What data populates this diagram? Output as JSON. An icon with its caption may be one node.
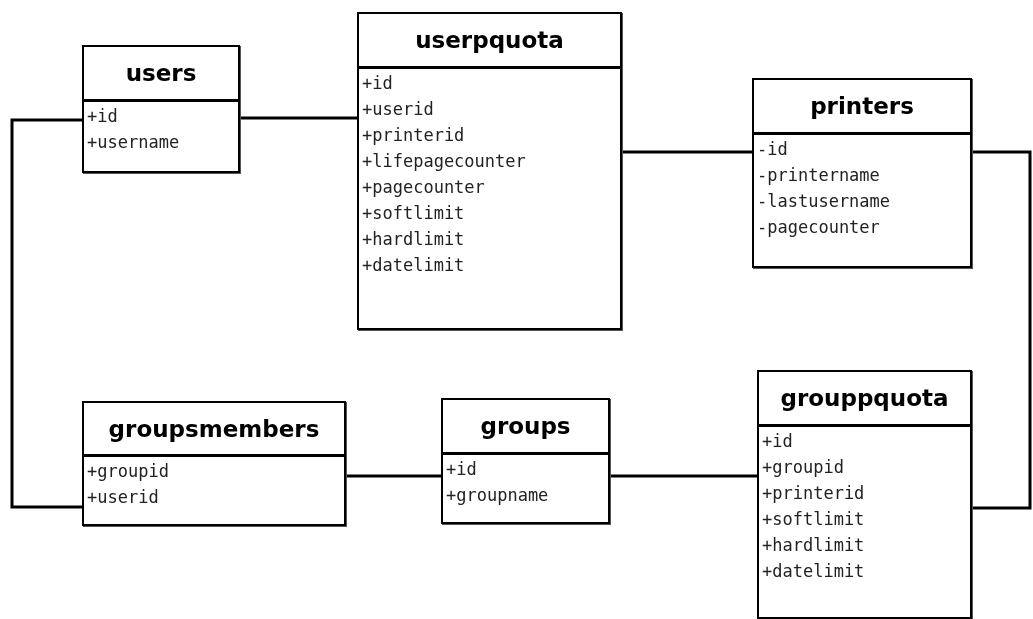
{
  "diagram": {
    "nodes": [
      {
        "text": [
          "users",
          "+id",
          "+username"
        ]
      },
      {
        "text": [
          "userpquota",
          "+id",
          "+userid",
          "+printerid",
          "+lifepagecounter",
          "+pagecounter",
          "+softlimit",
          "+hardlimit",
          "+datelimit"
        ]
      },
      {
        "text": [
          "printers",
          "-id",
          "-printername",
          "-lastusername",
          "-pagecounter"
        ]
      },
      {
        "text": [
          "groupsmembers",
          "+groupid",
          "+userid"
        ]
      },
      {
        "text": [
          "groups",
          "+id",
          "+groupname"
        ]
      },
      {
        "text": [
          "grouppquota",
          "+id",
          "+groupid",
          "+printerid",
          "+softlimit",
          "+hardlimit",
          "+datelimit"
        ]
      }
    ],
    "edges": [
      {
        "from": 0,
        "to": 1,
        "arrow": "none"
      },
      {
        "from": 1,
        "to": 2,
        "arrow": "none"
      },
      {
        "from": 2,
        "to": 5,
        "arrow": "none"
      },
      {
        "from": 0,
        "to": 3,
        "arrow": "none"
      },
      {
        "from": 3,
        "to": 4,
        "arrow": "none"
      },
      {
        "from": 4,
        "to": 5,
        "arrow": "none"
      }
    ]
  }
}
